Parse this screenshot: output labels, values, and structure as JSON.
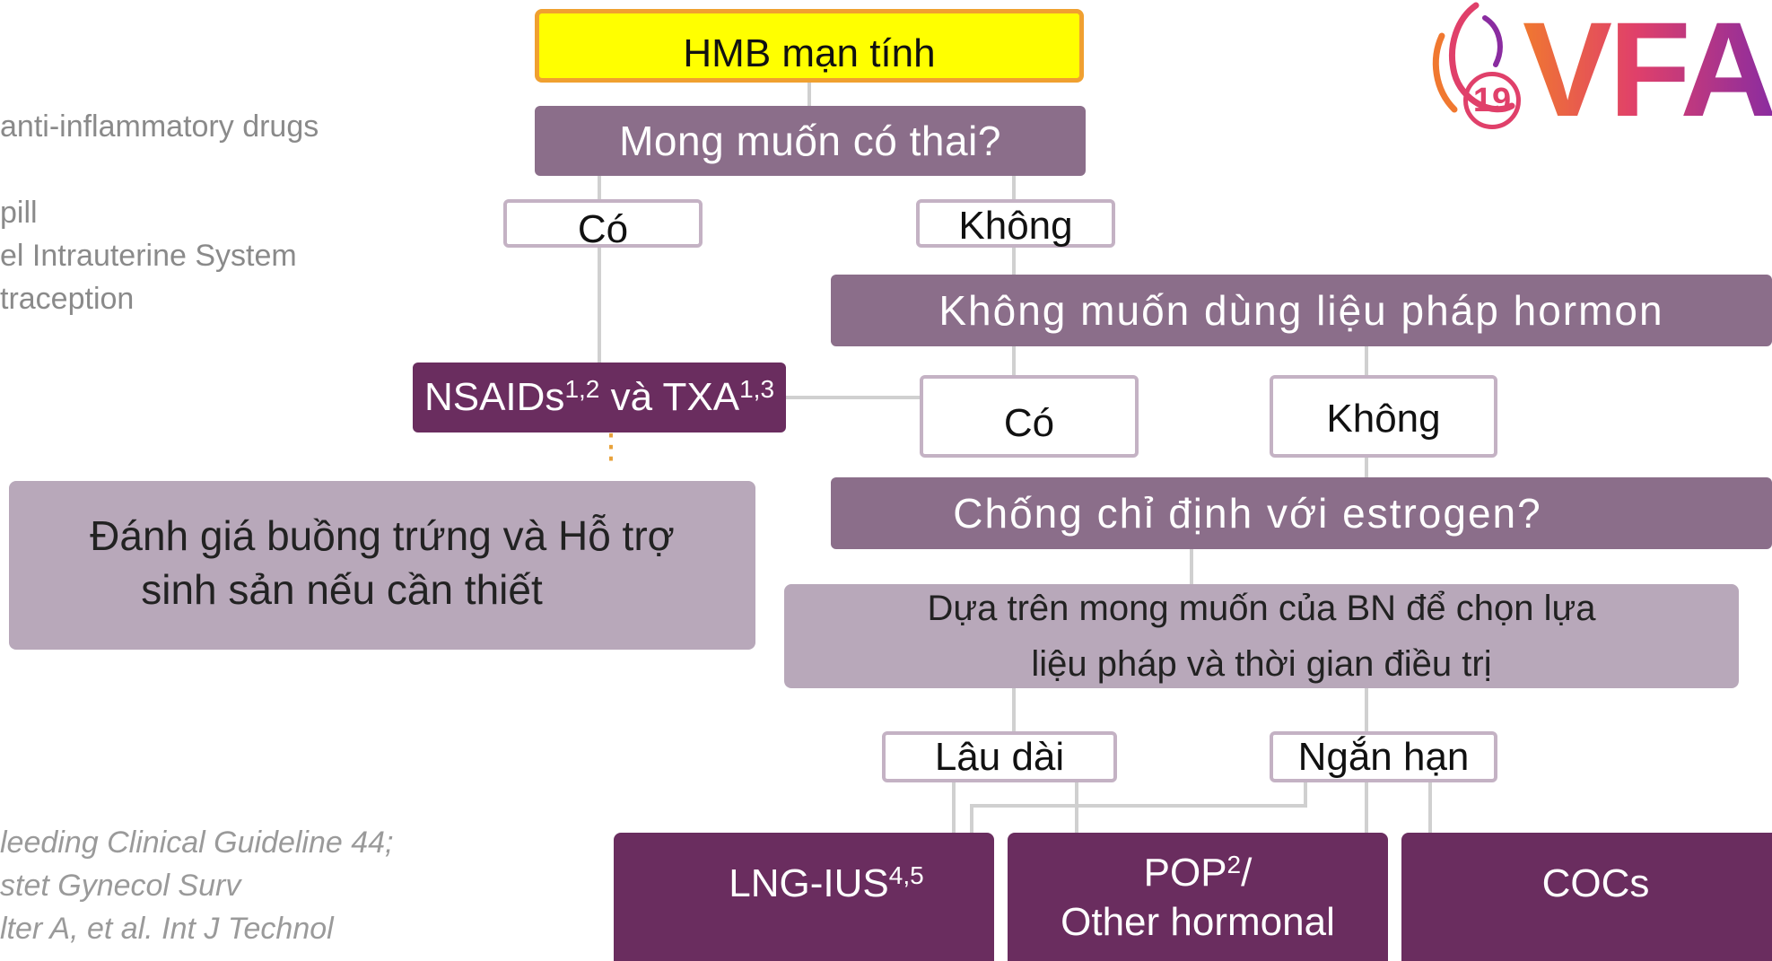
{
  "side_text": {
    "lines": [
      "anti-inflammatory drugs",
      "pill",
      "el Intrauterine System",
      "traception"
    ],
    "refs": [
      {
        "prefix": "",
        "italic": "leeding Clinical Guideline 44;"
      },
      {
        "prefix": "",
        "italic": "stet Gynecol Surv"
      },
      {
        "prefix": "lter A, et al. ",
        "italic": "Int J Technol"
      }
    ]
  },
  "logo": {
    "text": "VFA",
    "badge": "19"
  },
  "flowchart": {
    "root": "HMB mạn tính",
    "question_pregnancy": "Mong muốn có thai?",
    "pregnancy_yes": "Có",
    "pregnancy_no": "Không",
    "nsaids": {
      "name1": "NSAIDs",
      "sup1": "1,2",
      "conj": "và",
      "name2": "TXA",
      "sup2": "1,3"
    },
    "dots": "⋮",
    "ovarian_assessment": {
      "line1": "Đánh giá buồng trứng và Hỗ trợ",
      "line2": "sinh sản nếu cần thiết"
    },
    "question_hormone": "Không muốn dùng liệu pháp hormon",
    "hormone_yes": "Có",
    "hormone_no": "Không",
    "question_estrogen": "Chống chỉ định với estrogen?",
    "patient_choice": {
      "line1": "Dựa trên mong muốn của BN để chọn lựa",
      "line2": "liệu pháp và thời gian điều trị"
    },
    "long_term": "Lâu dài",
    "short_term": "Ngắn hạn",
    "options": {
      "lng_ius": {
        "name": "LNG-IUS",
        "sup": "4,5"
      },
      "pop": {
        "name": "POP",
        "sup": "2",
        "suffix": "/",
        "line2": "Other hormonal"
      },
      "cocs": "COCs"
    }
  },
  "colors": {
    "root_fill": "#ffff00",
    "root_border": "#f0a030",
    "question_fill": "#8b6e8a",
    "option_border": "#c4b2c4",
    "drug_fill": "#6a2d5f",
    "info_fill": "#b8a8ba",
    "connector": "#d0d0d0",
    "logo_pink": "#e0406a",
    "logo_orange": "#f07830",
    "logo_purple": "#8a2ca0"
  }
}
